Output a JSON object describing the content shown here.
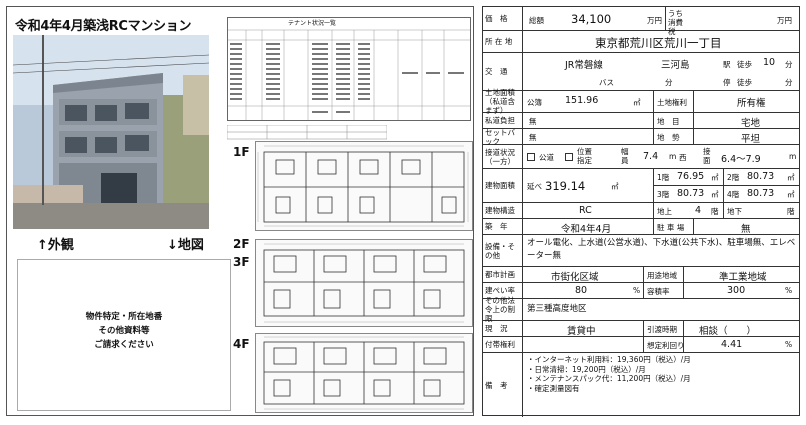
{
  "title": "令和4年4月築浅RCマンション",
  "captions": {
    "exterior": "↑外観",
    "map": "↓地図"
  },
  "map_note": [
    "物件特定・所在地番",
    "その他資料等",
    "ご請求ください"
  ],
  "floor_labels": [
    "1F",
    "2F",
    "3F",
    "4F"
  ],
  "rent_table_title": "テナント状況一覧",
  "details": {
    "price_label": "価　格",
    "price_total_label": "総額",
    "price_value": "34,100",
    "price_unit": "万円",
    "tax_label": "うち消費税",
    "tax_unit": "万円",
    "location_label": "所 在 地",
    "location": "東京都荒川区荒川一丁目",
    "transport_label": "交　通",
    "line": "JR常磐線",
    "station": "三河島",
    "station_suffix": "駅",
    "walk_label": "徒歩",
    "walk_min": "10",
    "min_unit": "分",
    "bus_label": "バス",
    "stop_label": "停",
    "land_area_label": "土地面積（私道含まず）",
    "land_measure": "公簿",
    "land_area": "151.96",
    "sqm": "㎡",
    "land_right_label": "土地権利",
    "land_right": "所有権",
    "private_road_label": "私道負担",
    "none": "無",
    "land_category_label": "地　目",
    "land_category": "宅地",
    "setback_label": "セットバック",
    "terrain_label": "地　勢",
    "terrain": "平坦",
    "road_label": "接道状況（一方）",
    "road_type": "公道",
    "road_pos": "位置指定",
    "road_frontage_label": "接面",
    "road_width_label": "幅員",
    "road_width": "7.4",
    "road_m": "m",
    "road_dir": "西",
    "road_frontage": "6.4〜7.9",
    "building_area_label": "建物面積",
    "building_total_label": "延べ",
    "building_area": "319.14",
    "floor1_label": "1階",
    "floor1": "76.95",
    "floor2_label": "2階",
    "floor2": "80.73",
    "floor3_label": "3階",
    "floor3": "80.73",
    "floor4_label": "4階",
    "floor4": "80.73",
    "structure_label": "建物構造",
    "structure": "RC",
    "above_label": "地上",
    "above": "4",
    "floors_unit": "階",
    "below_label": "地下",
    "built_label": "築　年",
    "built": "令和4年4月",
    "parking_label": "駐 車 場",
    "parking": "無",
    "facilities_label": "設備・その他",
    "facilities": "オール電化、上水道(公営水道)、下水道(公共下水)、駐車場無、エレベーター無",
    "planning_label": "都市計画",
    "planning": "市街化区域",
    "zoning_label": "用途地域",
    "zoning": "準工業地域",
    "coverage_label": "建ぺい率",
    "coverage": "80",
    "far_label": "容積率",
    "far": "300",
    "pct": "%",
    "other_limits_label": "その他法令上の制限",
    "other_limits": "第三種高度地区",
    "status_label": "現　況",
    "status": "賃貸中",
    "handover_label": "引渡時期",
    "handover": "相談（　　）",
    "yield_label": "付帯権利",
    "yield_name_label": "想定利回り",
    "yield": "4.41",
    "remarks_label": "備　考",
    "remarks": [
      "・インターネット利用料：19,360円（税込）/月",
      "・日常清掃：19,200円（税込）/月",
      "・メンテナンスパック代：11,200円（税込）/月",
      "・確定測量図有"
    ]
  }
}
